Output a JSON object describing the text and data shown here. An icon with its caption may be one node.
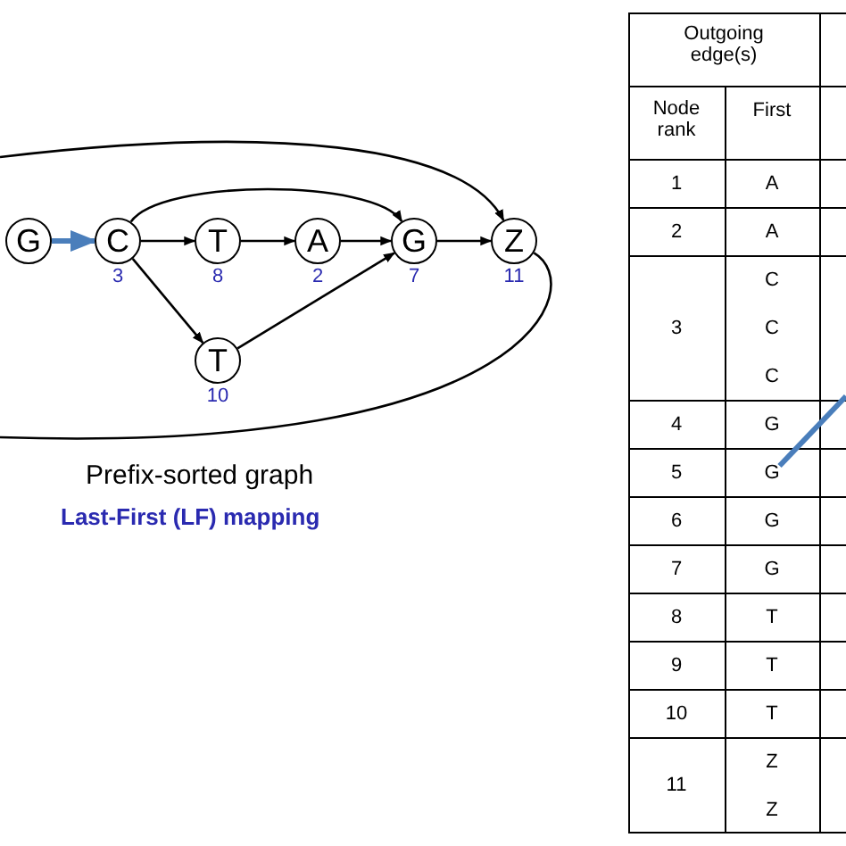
{
  "diagram": {
    "nodes": [
      {
        "text": [
          "G"
        ]
      },
      {
        "text": [
          "C"
        ],
        "beside": [
          "3"
        ]
      },
      {
        "text": [
          "T"
        ],
        "beside": [
          "8"
        ]
      },
      {
        "text": [
          "A"
        ],
        "beside": [
          "2"
        ]
      },
      {
        "text": [
          "G"
        ],
        "beside": [
          "7"
        ]
      },
      {
        "text": [
          "Z"
        ],
        "beside": [
          "11"
        ]
      },
      {
        "text": [
          "T"
        ],
        "beside": [
          "10"
        ]
      },
      {
        "text": [
          "G"
        ]
      }
    ],
    "edges": [
      {
        "from": 0,
        "to": 1,
        "arrow": "to",
        "style": "thick",
        "color": "#4a7ebb"
      },
      {
        "from": 1,
        "to": 2,
        "arrow": "to"
      },
      {
        "from": 2,
        "to": 3,
        "arrow": "to"
      },
      {
        "from": 3,
        "to": 4,
        "arrow": "to"
      },
      {
        "from": 4,
        "to": 5,
        "arrow": "to"
      },
      {
        "from": 1,
        "to": 4,
        "arrow": "to"
      },
      {
        "from": 1,
        "to": 6,
        "arrow": "to"
      },
      {
        "from": 6,
        "to": 4,
        "arrow": "to"
      },
      {
        "from": null,
        "to": 5,
        "arrow": "to"
      },
      {
        "from": 5,
        "to": null,
        "arrow": "none"
      },
      {
        "from": null,
        "to": 7,
        "arrow": "none",
        "style": "thick",
        "color": "#4a7ebb"
      }
    ],
    "labels": [
      "Prefix-sorted graph",
      "Last-First (LF) mapping",
      "Outgoing edge(s)",
      "Node rank",
      "First",
      "1",
      "A",
      "2",
      "A",
      "3",
      "C",
      "C",
      "C",
      "4",
      "G",
      "5",
      "6",
      "G",
      "7",
      "G",
      "8",
      "T",
      "9",
      "T",
      "10",
      "T",
      "11",
      "Z",
      "Z"
    ]
  }
}
